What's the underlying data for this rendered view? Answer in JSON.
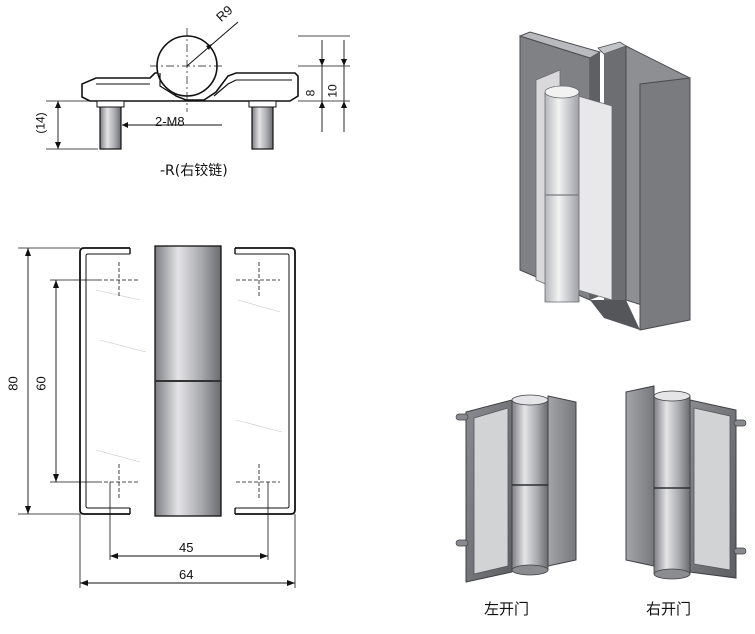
{
  "top_view": {
    "radius_label": "R9",
    "thread_label": "2-M8",
    "height_small": "8",
    "height_large": "10",
    "pin_length": "(14)",
    "caption": "-R(右铰链)"
  },
  "front_view": {
    "height_outer": "80",
    "height_inner": "60",
    "width_inner": "45",
    "width_outer": "64"
  },
  "product_views": {
    "left_open_caption": "左开门",
    "right_open_caption": "右开门"
  },
  "colors": {
    "line": "#111111",
    "metal_dark": "#6f7073",
    "metal_mid": "#9a9b9f",
    "metal_light": "#d6d6d8"
  }
}
